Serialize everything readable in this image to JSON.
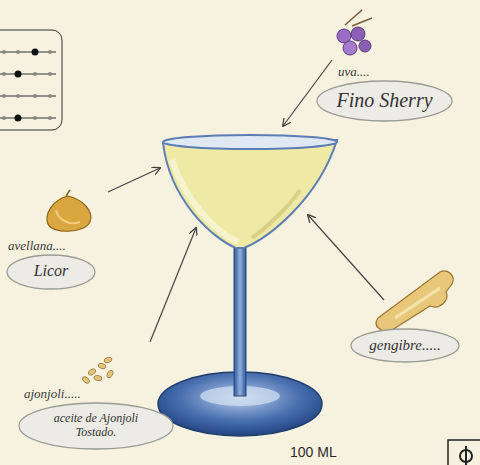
{
  "diagram": {
    "nodes": [
      {
        "text": [
          "uva....",
          "Fino Sherry"
        ]
      },
      {
        "text": [
          "avellana....",
          "Licor"
        ]
      },
      {
        "text": [
          "gengibre....."
        ]
      },
      {
        "text": [
          "ajonjoli.....",
          "aceite de Ajonjoli Tostado."
        ]
      }
    ],
    "labels": [
      "100 ML"
    ]
  }
}
